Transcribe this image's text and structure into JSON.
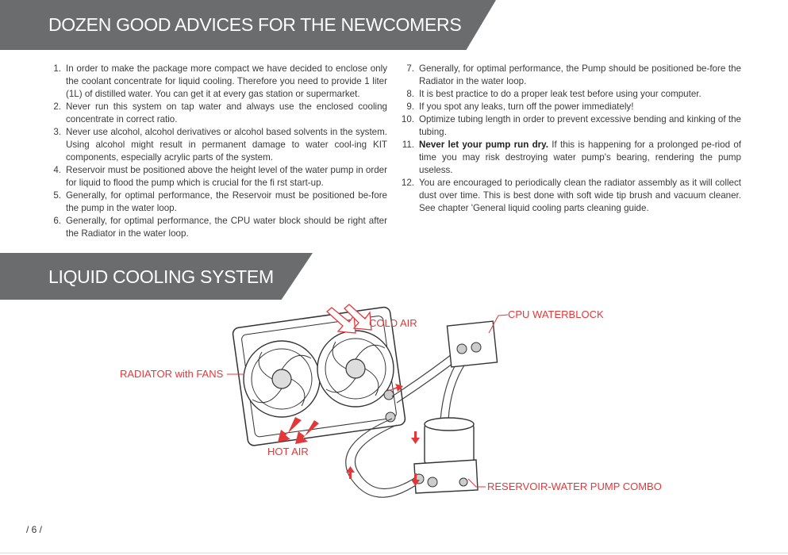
{
  "section1": {
    "title": "DOZEN GOOD ADVICES FOR THE NEWCOMERS"
  },
  "advice": [
    {
      "num": "1.",
      "text": "In order to make the package more compact we have decided to enclose only the coolant concentrate for liquid cooling. Therefore you need to provide 1 liter (1L) of distilled water. You can get it at every gas station or supermarket."
    },
    {
      "num": "2.",
      "text": "Never run this system on tap water and always use the enclosed cooling concentrate in correct ratio."
    },
    {
      "num": "3.",
      "text": "Never use alcohol, alcohol derivatives or alcohol based solvents in the system. Using alcohol might result in permanent damage to water cool-ing KIT components, especially acrylic parts of the system."
    },
    {
      "num": "4.",
      "text": "Reservoir must be positioned above the height level of the water pump in order for liquid to flood the pump which is crucial for the fi rst start-up."
    },
    {
      "num": "5.",
      "text": "Generally, for optimal performance, the Reservoir must be positioned be-fore the pump in the water loop."
    },
    {
      "num": "6.",
      "text": "Generally, for optimal performance, the CPU water block should be right after the Radiator in the water loop."
    },
    {
      "num": "7.",
      "text": "Generally, for optimal performance, the Pump should be positioned be-fore the Radiator in the water loop."
    },
    {
      "num": "8.",
      "text": "It is best practice to do a proper leak test before using your computer."
    },
    {
      "num": "9.",
      "text": "If you spot any leaks, turn off the power immediately!"
    },
    {
      "num": "10.",
      "text": "Optimize tubing length in order to prevent excessive bending and kinking of the tubing."
    },
    {
      "num": "11.",
      "bold": "Never let your pump run dry.",
      "text": " If this is happening for a prolonged pe-riod of time you may risk destroying water pump's bearing, rendering the pump useless."
    },
    {
      "num": "12.",
      "text": "You are encouraged to periodically clean the radiator assembly as it will collect dust over time. This is best done with soft wide tip brush and vacuum cleaner. See chapter 'General liquid cooling parts cleaning guide."
    }
  ],
  "section2": {
    "title": "LIQUID COOLING SYSTEM"
  },
  "diagram": {
    "labels": {
      "cold_air": "COLD AIR",
      "cpu_waterblock": "CPU WATERBLOCK",
      "radiator": "RADIATOR with FANS",
      "hot_air": "HOT AIR",
      "reservoir": "RESERVOIR-WATER PUMP COMBO"
    },
    "accent_color": "#e2383a"
  },
  "footer": {
    "page_number": "/ 6 /"
  }
}
